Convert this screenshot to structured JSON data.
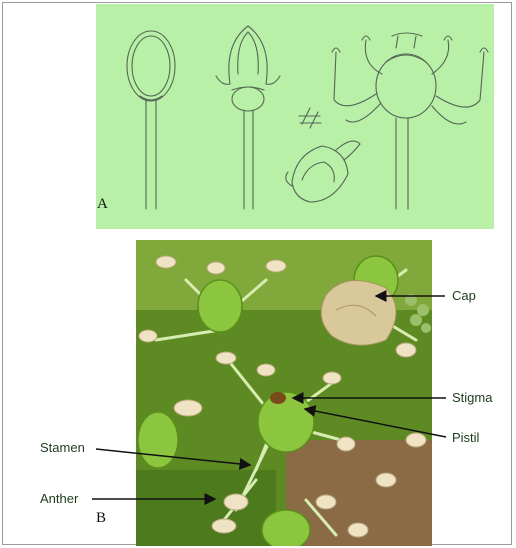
{
  "panels": {
    "a_label": "A",
    "b_label": "B"
  },
  "callouts": {
    "cap": "Cap",
    "stigma": "Stigma",
    "pistil": "Pistil",
    "stamen": "Stamen",
    "anther": "Anther"
  },
  "colors": {
    "panel_a_background": "#b8f0a8",
    "callout_text": "#1d3d1d"
  }
}
